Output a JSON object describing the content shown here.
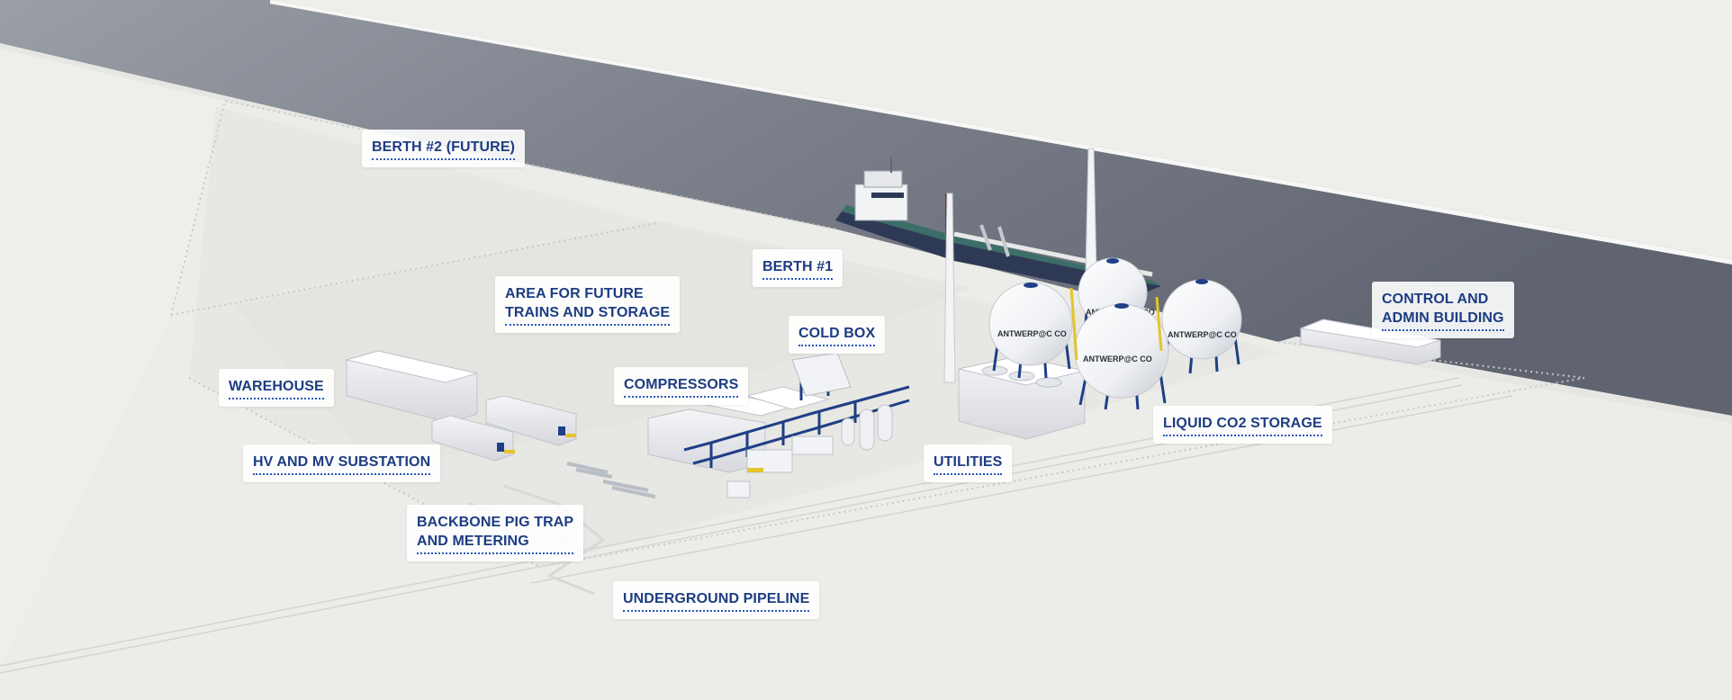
{
  "labels": {
    "berth2": "BERTH #2 (FUTURE)",
    "berth1": "BERTH #1",
    "future_area_line1": "AREA FOR FUTURE",
    "future_area_line2": "TRAINS AND STORAGE",
    "cold_box": "COLD BOX",
    "control_line1": "CONTROL AND",
    "control_line2": "ADMIN BUILDING",
    "warehouse": "WAREHOUSE",
    "compressors": "COMPRESSORS",
    "liquid_co2": "LIQUID CO2 STORAGE",
    "hv_mv": "HV AND MV SUBSTATION",
    "utilities": "UTILITIES",
    "pig_line1": "BACKBONE PIG TRAP",
    "pig_line2": "AND METERING",
    "pipeline": "UNDERGROUND PIPELINE"
  },
  "tank_markings": [
    "ANTWERP@C CO",
    "ANTWERP@C CO",
    "ANTWERP@C CO",
    "ANTWERP@C CO"
  ],
  "colors": {
    "background": "#eeeeea",
    "water": "#6b7280",
    "label_text": "#1d3c82",
    "steel": "#1f3f86",
    "accent_yellow": "#e3c52c"
  }
}
